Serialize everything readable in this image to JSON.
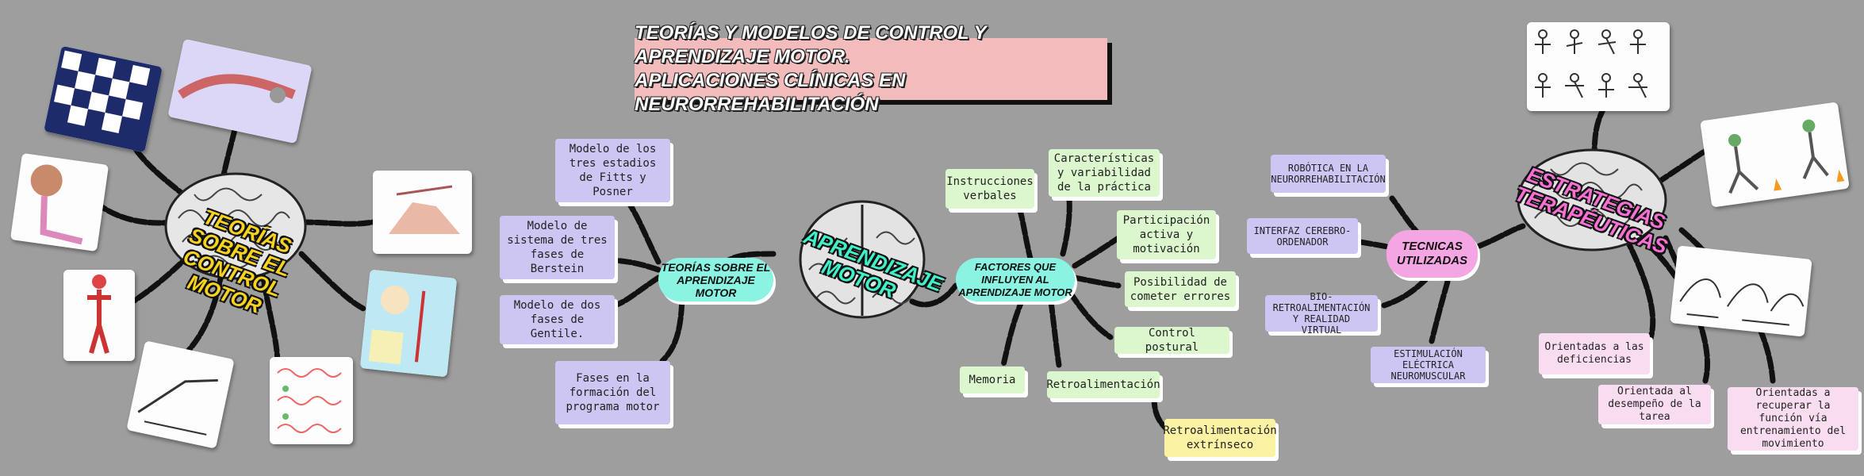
{
  "title": {
    "line1": "TEORÍAS Y MODELOS DE CONTROL Y APRENDIZAJE MOTOR.",
    "line2": "APLICACIONES CLÍNICAS EN NEURORREHABILITACIÓN"
  },
  "left_brain": {
    "label": "TEORÍAS SOBRE EL CONTROL MOTOR"
  },
  "center_brain": {
    "label": "APRENDIZAJE MOTOR"
  },
  "right_brain": {
    "label": "ESTRATEGIAS TERAPÉUTICAS"
  },
  "theories_node": "TEORÍAS SOBRE EL APRENDIZAJE MOTOR",
  "theories": [
    "Modelo de los tres estadios de Fitts y Posner",
    "Modelo de sistema de tres fases de Berstein",
    "Modelo de dos fases de Gentile.",
    "Fases en la formación del programa motor"
  ],
  "factors_node": "FACTORES QUE INFLUYEN AL APRENDIZAJE MOTOR",
  "factors": {
    "instructions": "Instrucciones verbales",
    "characteristics": "Características y variabilidad de la práctica",
    "participation": "Participación activa y motivación",
    "errors": "Posibilidad de cometer errores",
    "postural": "Control postural",
    "memory": "Memoria",
    "feedback": "Retroalimentación",
    "extrinsic": "Retroalimentación extrínseco"
  },
  "techniques_node": "TECNICAS UTILIZADAS",
  "techniques": [
    "ROBÓTICA EN LA NEURORREHABILITACIÓN",
    "INTERFAZ CEREBRO-ORDENADOR",
    "BIO-RETROALIMENTACIÓN Y REALIDAD VIRTUAL",
    "ESTIMULACIÓN ELÉCTRICA NEUROMUSCULAR"
  ],
  "strategies": [
    "Orientadas a las deficiencias",
    "Orientada al desempeño de la tarea",
    "Orientadas a recuperar la función vía entrenamiento del movimiento"
  ],
  "colors": {
    "background": "#9e9e9e",
    "title_bg": "#f3bcbc",
    "lavender": "#cdc6f3",
    "green": "#dcf7cd",
    "pink": "#f8ddf0",
    "cyan_node": "#8af3e2",
    "pink_node": "#f4a6e2",
    "yellow_label": "#f7d21f"
  }
}
